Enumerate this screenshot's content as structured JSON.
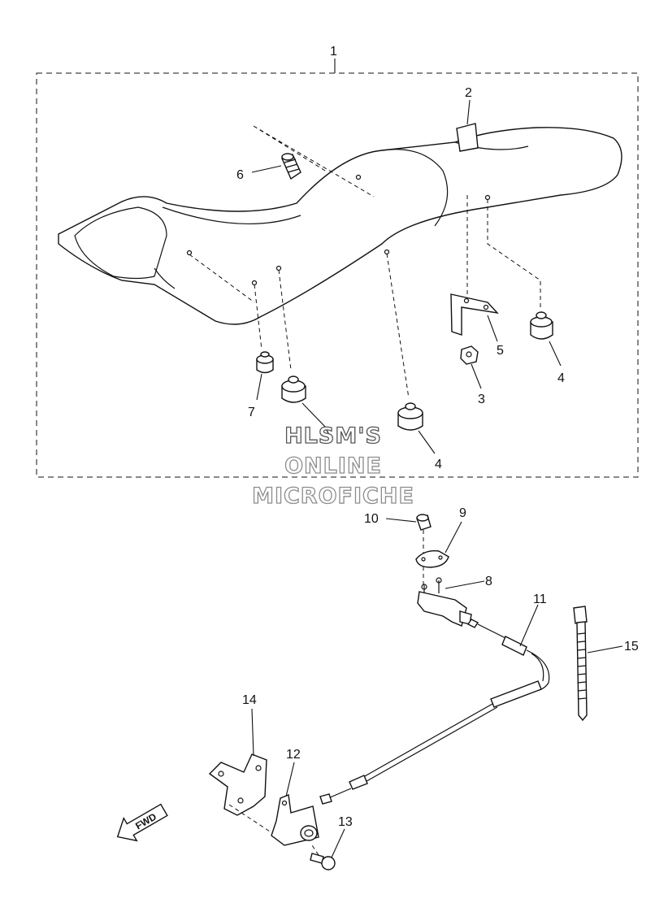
{
  "callouts": {
    "c1": "1",
    "c2": "2",
    "c3": "3",
    "c4a": "4",
    "c4b": "4",
    "c5": "5",
    "c6": "6",
    "c7": "7",
    "c8": "8",
    "c9": "9",
    "c10": "10",
    "c11": "11",
    "c12": "12",
    "c13": "13",
    "c14": "14",
    "c15": "15"
  },
  "watermark": {
    "line1": "HLSM'S",
    "line2": "ONLINE",
    "line3": "MICROFICHE"
  },
  "direction_marker": {
    "label": "FWD"
  },
  "colors": {
    "ink": "#111111",
    "watermark_outline": "#8c8c8c",
    "background": "#ffffff"
  }
}
